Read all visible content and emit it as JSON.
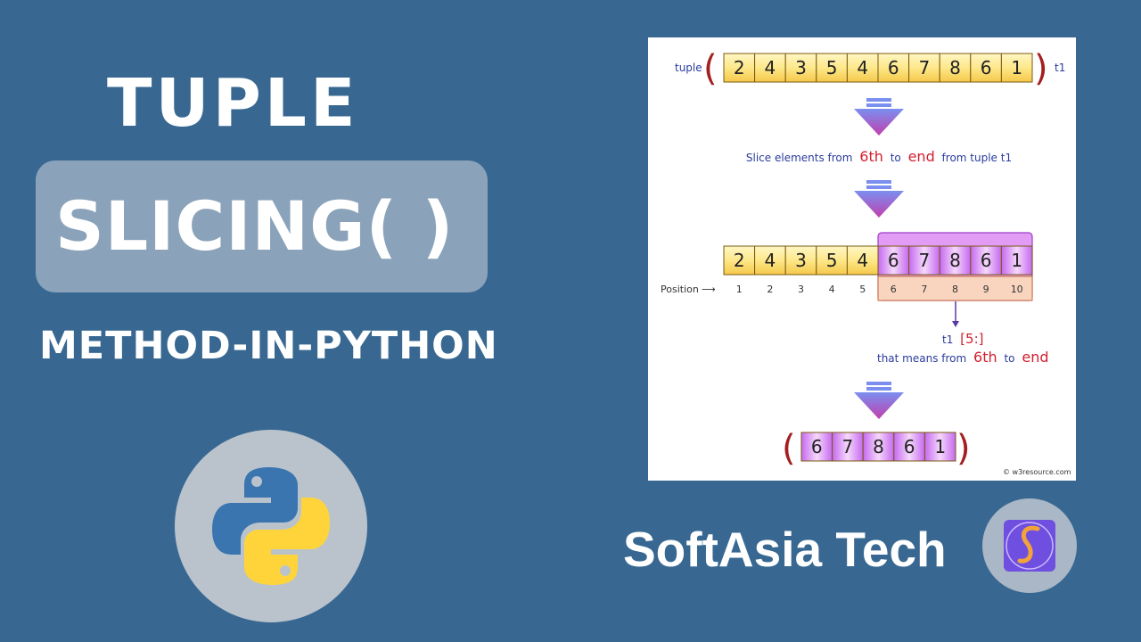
{
  "headline": {
    "line1": "TUPLE",
    "line2": "SLICING( )",
    "line3": "METHOD-IN-PYTHON"
  },
  "logo_icon": "python-logo-icon",
  "brand": {
    "name": "SoftAsia Tech",
    "logo_icon": "softasia-s-logo-icon"
  },
  "diagram": {
    "tuple_label": "tuple",
    "tuple_name": "t1",
    "original_tuple": [
      "2",
      "4",
      "3",
      "5",
      "4",
      "6",
      "7",
      "8",
      "6",
      "1"
    ],
    "step1": {
      "prefix": "Slice elements from",
      "start": "6th",
      "to": "to",
      "end": "end",
      "suffix": "from tuple t1"
    },
    "position_label": "Position",
    "positions": [
      "1",
      "2",
      "3",
      "4",
      "5",
      "6",
      "7",
      "8",
      "9",
      "10"
    ],
    "highlight_from_index": 5,
    "expression": {
      "name": "t1",
      "slice": "[5:]"
    },
    "means": {
      "prefix": "that means from",
      "start": "6th",
      "to": "to",
      "end": "end"
    },
    "result_tuple": [
      "6",
      "7",
      "8",
      "6",
      "1"
    ],
    "credit": "© w3resource.com",
    "colors": {
      "yellow_cell": "#fde88a",
      "purple_cell": "#d88ef5",
      "position_highlight": "#f9d5c0",
      "paren": "#a31f1f",
      "blue_text": "#2a3c9c",
      "red_text": "#d21f2f",
      "arrow": "#9b3dc8"
    }
  }
}
